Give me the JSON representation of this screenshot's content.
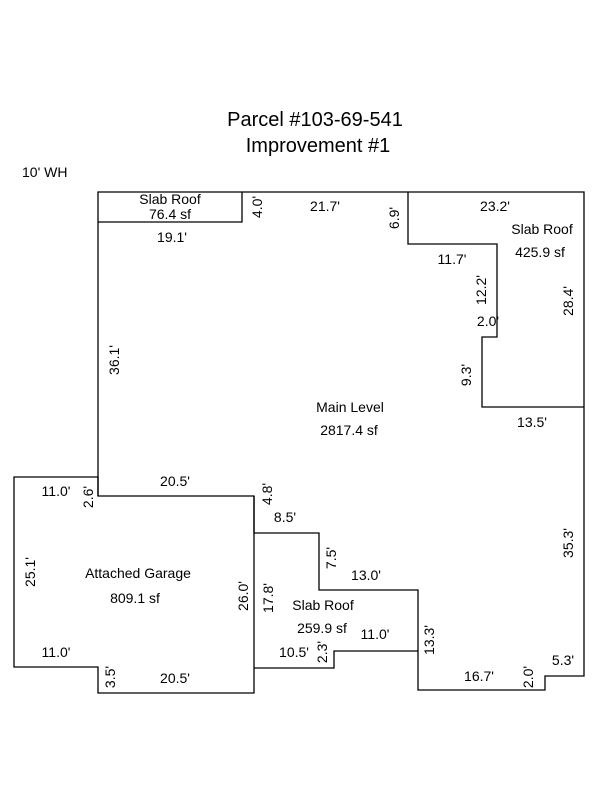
{
  "title": "Parcel #103-69-541",
  "subtitle": "Improvement #1",
  "note": "10' WH",
  "areas": {
    "slab_small": {
      "name": "Slab Roof",
      "area": "76.4 sf"
    },
    "slab_right": {
      "name": "Slab Roof",
      "area": "425.9 sf"
    },
    "main": {
      "name": "Main Level",
      "area": "2817.4 sf"
    },
    "garage": {
      "name": "Attached Garage",
      "area": "809.1 sf"
    },
    "slab_bottom": {
      "name": "Slab Roof",
      "area": "259.9 sf"
    }
  },
  "dims": {
    "d4_0": "4.0'",
    "d21_7": "21.7'",
    "d6_9": "6.9'",
    "d23_2": "23.2'",
    "d19_1": "19.1'",
    "d11_7": "11.7'",
    "d12_2": "12.2'",
    "d28_4": "28.4'",
    "d2_0a": "2.0'",
    "d36_1": "36.1'",
    "d9_3": "9.3'",
    "d13_5": "13.5'",
    "d20_5a": "20.5'",
    "d11_0a": "11.0'",
    "d2_6": "2.6'",
    "d4_8": "4.8'",
    "d8_5": "8.5'",
    "d35_3": "35.3'",
    "d25_1": "25.1'",
    "d7_5": "7.5'",
    "d13_0": "13.0'",
    "d26_0": "26.0'",
    "d17_8": "17.8'",
    "d11_0c": "11.0'",
    "d13_3": "13.3'",
    "d11_0b": "11.0'",
    "d10_5": "10.5'",
    "d2_3": "2.3'",
    "d5_3": "5.3'",
    "d3_5": "3.5'",
    "d20_5b": "20.5'",
    "d16_7": "16.7'",
    "d2_0b": "2.0'"
  }
}
